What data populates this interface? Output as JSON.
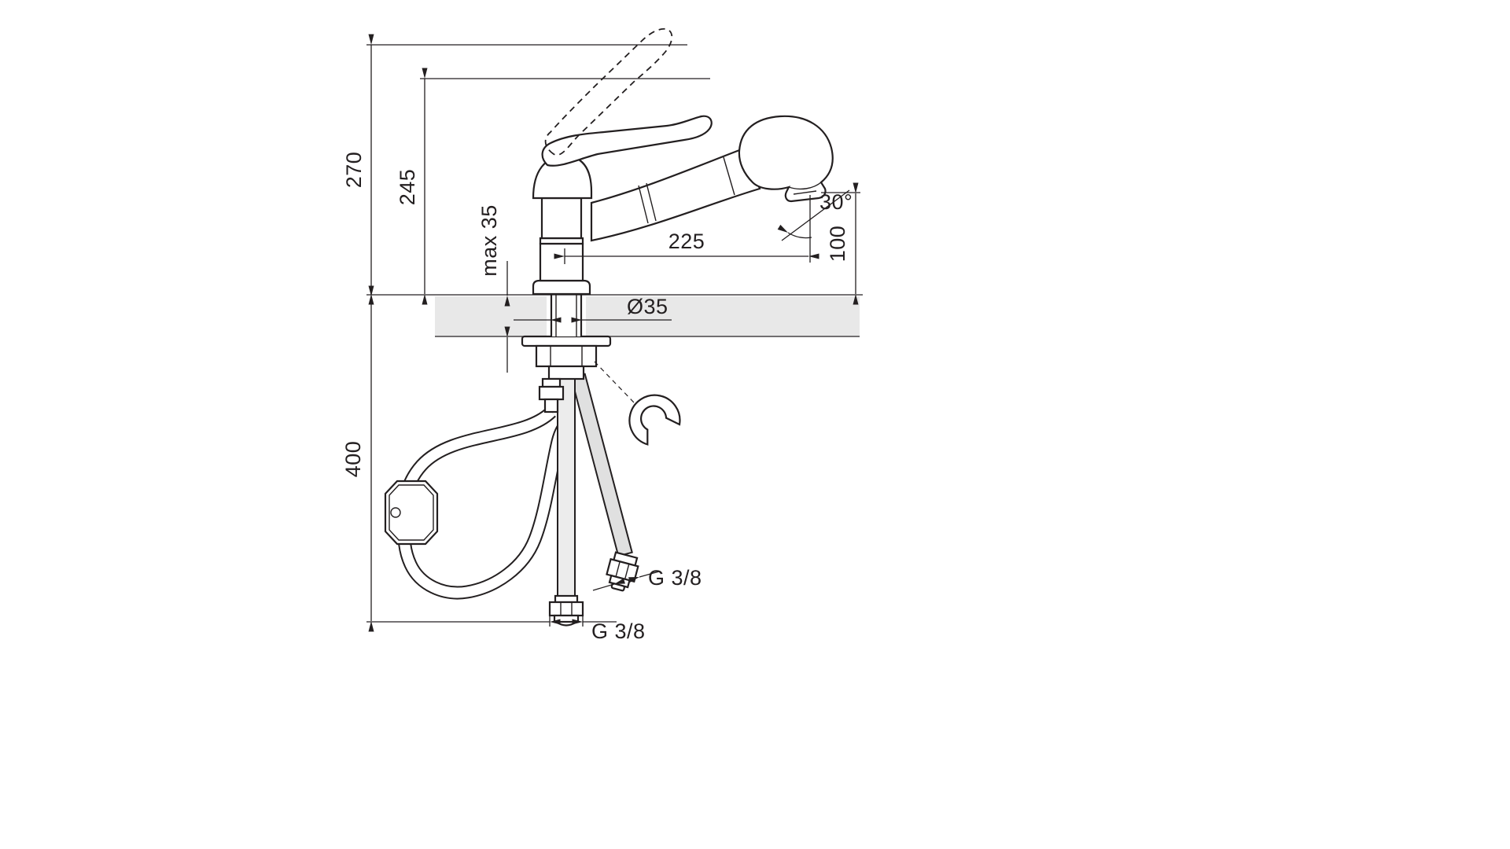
{
  "drawing": {
    "type": "technical-dimension-drawing",
    "subject": "single-lever sink mixer with pull-out spray, medical lever, side view",
    "colors": {
      "line": "#231f20",
      "deck": "#e8e8e8",
      "hose_fill": "#e0e0e0",
      "background": "#ffffff"
    }
  },
  "labels": {
    "dim_overall_height": "270",
    "dim_body_height": "245",
    "dim_max_deck_thickness": "max 35",
    "dim_spout_reach": "225",
    "dim_spray_angle": "30°",
    "dim_outlet_height": "100",
    "dim_hole_diameter": "Ø35",
    "dim_below_deck_length": "400",
    "dim_side_hose_thread": "G 3/8",
    "dim_bottom_hose_thread": "G 3/8"
  }
}
